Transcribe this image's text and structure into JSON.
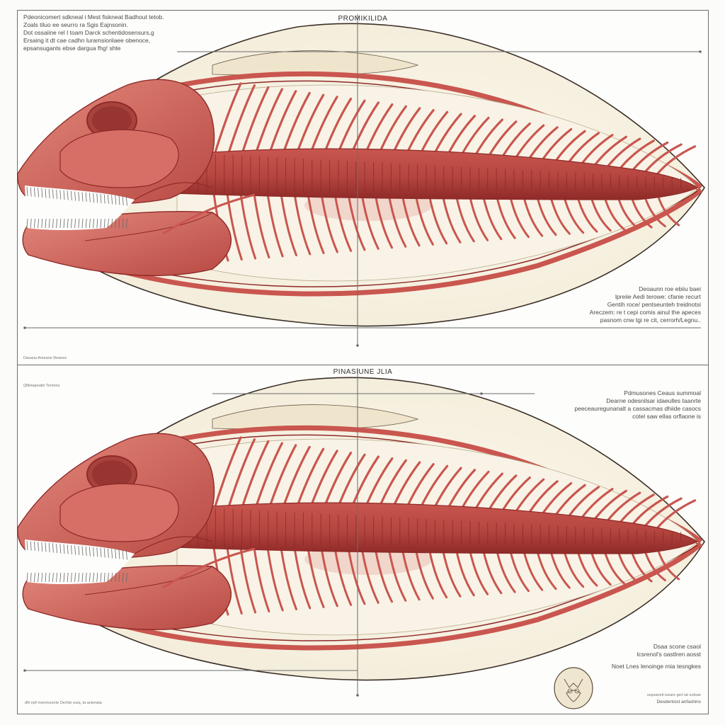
{
  "colors": {
    "muscle": "#c9564f",
    "muscle_dark": "#8e2a28",
    "muscle_light": "#e3887c",
    "body_fill": "#f3ecd9",
    "body_outline": "#3b2f26",
    "frame": "#6e6e6e",
    "leader_line": "#6b6b6b"
  },
  "panels": [
    {
      "title": "PROMIKILIDA",
      "notes_top_left": [
        "Pdeonicomert sdkneal i Mest fiskneat Badhout tetob.",
        "Zoals tiluo ee seurro ra Sgis Eajnsonin.",
        "Dot ossaiine rel I toam Darck schentidosensurs,g",
        "Ersaing it dt cae cadhn luramsionlaee obenoce,",
        "epsansugants ebse dargua fhg! shte"
      ],
      "notes_bottom_right": [
        "Deoaunn roe ebiiu baei",
        "lpreiie Aedi terowe: cfanie recurt",
        "Gentih roce/ pentseunteh treidnotsi",
        "Areczem: re t cepi comis ainul the apeces",
        "pasnom cnw tgi re cit, cerrorh/Legnu.."
      ],
      "caption_bottom_left": "Dasana Ameane Reanes"
    },
    {
      "title": "PINASIUNE JLIA",
      "caption_top_left": "Qlfielapeatiir Termins",
      "notes_top_right": [
        "Pdmusones Ceaus summoal",
        "Dearne odesnilsar idaeulles taanrte",
        "peeceauregunanalt a cassacmas dhiide casocs",
        "cotel saw ellas orflaone is"
      ],
      "notes_bottom_right": [
        "Dsaa scone csaol",
        "lcsrenol's oastlren aosst",
        "Noet Lnes lenoinge rnia tesngkes"
      ],
      "caption_bottom_left": "dfri irpf rnenrtooorte Derhbr euiq, ta anieriata",
      "emblem_caption": [
        "sepsaneit iseare gerl iat eufsae",
        "Desdentost anfashins"
      ],
      "emblem_icon": "skull-emblem-icon"
    }
  ]
}
